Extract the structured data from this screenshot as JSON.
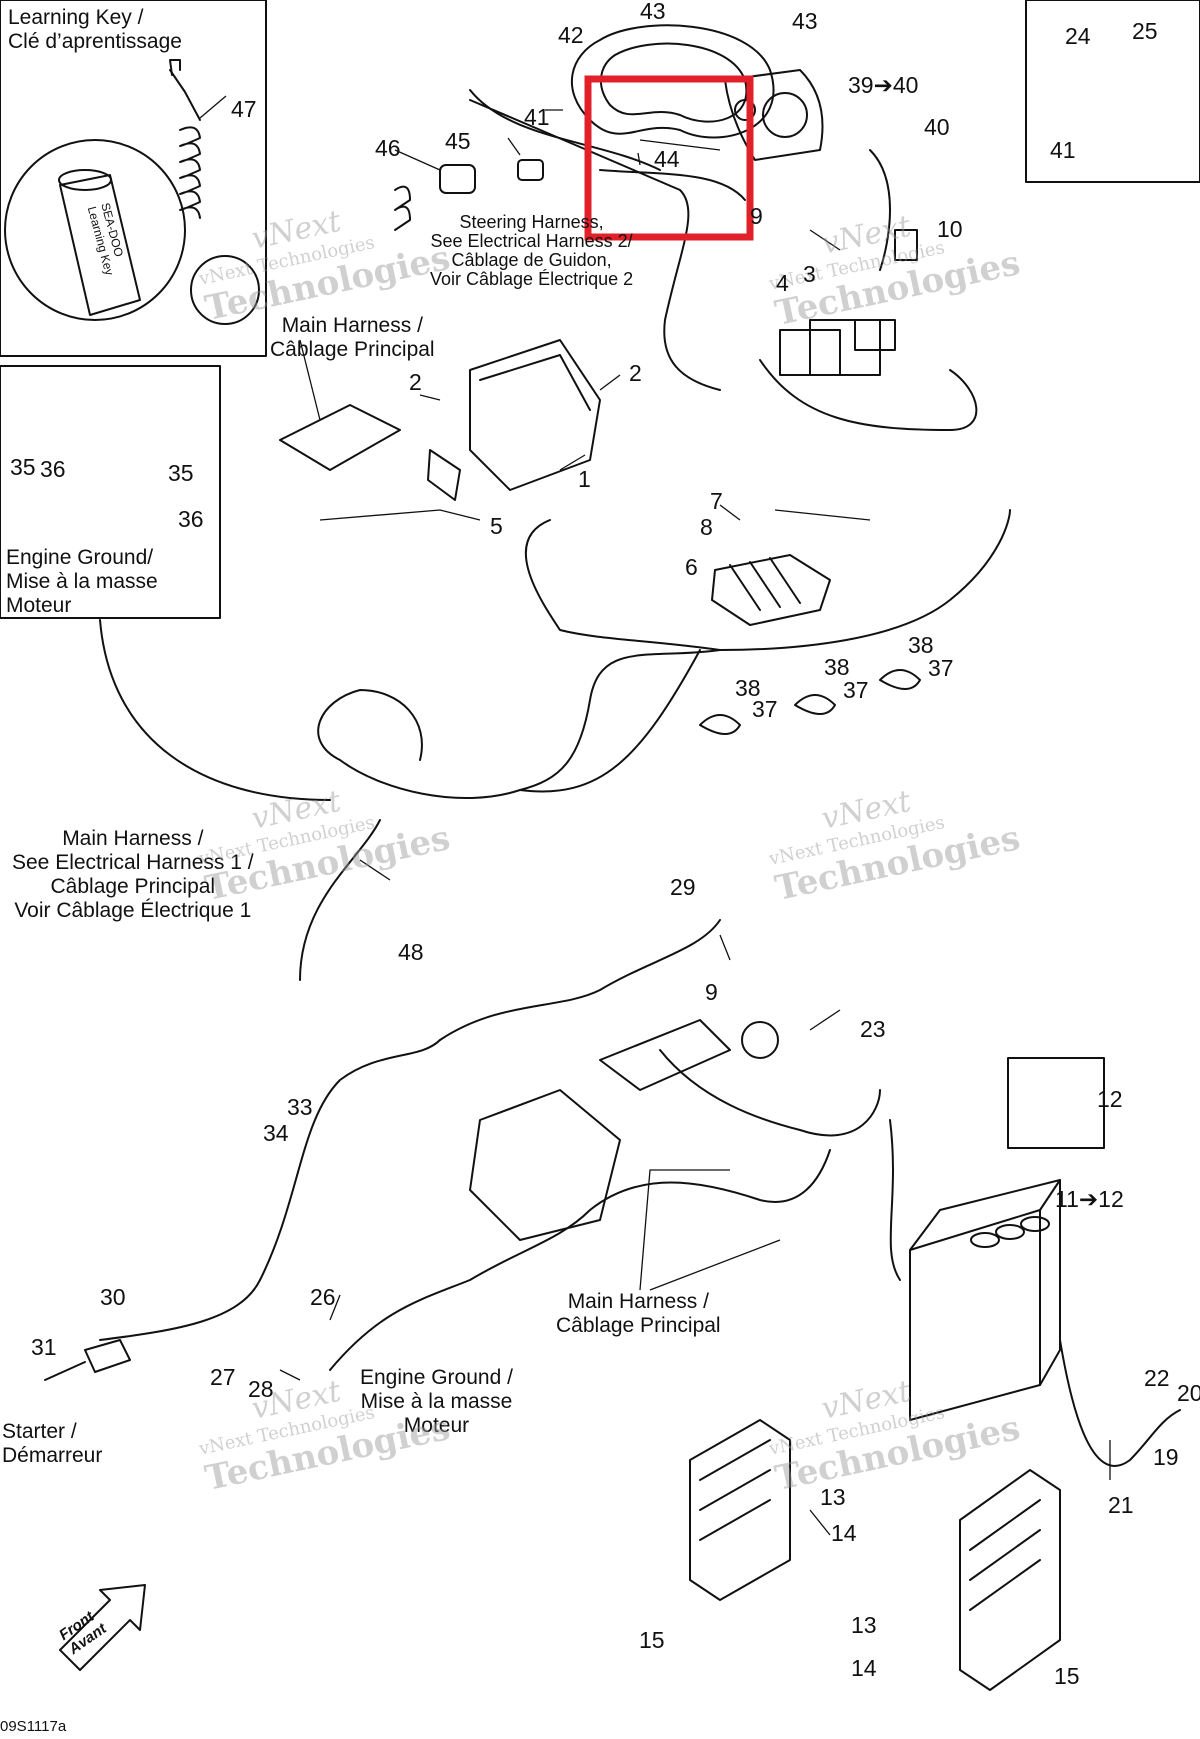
{
  "callout_box": {
    "color": "#e2202a"
  },
  "figure_code": "09S1117a",
  "watermark": {
    "line1": "vNext",
    "line2": "vNext Technologies",
    "line3": "Technologies"
  },
  "blocks": {
    "learning_key": "Learning Key /\nClé d’aprentissage",
    "key_fob": "SEA-DOO\nLearning Key",
    "engine_ground_top": "Engine Ground/\nMise à la masse\nMoteur",
    "main_harness_top": "Main Harness /\nCâblage Principal",
    "steering_harness": "Steering Harness,\nSee Electrical Harness 2/\nCâblage de Guidon,\nVoir Câblage Électrique 2",
    "main_harness_mid": "Main Harness /\nSee Electrical Harness 1 /\nCâblage Principal\nVoir Câblage Électrique 1",
    "main_harness_bottom": "Main Harness /\nCâblage Principal",
    "engine_ground_bottom": "Engine Ground /\nMise à la masse\nMoteur",
    "starter": "Starter /\nDémarreur",
    "front": "Front\nAvant"
  },
  "part_numbers": {
    "n43a": "43",
    "n43b": "43",
    "n42": "42",
    "n39": "39➔40",
    "n40": "40",
    "n24": "24",
    "n25": "25",
    "n41_box": "41",
    "n47": "47",
    "n46": "46",
    "n45": "45",
    "n41": "41",
    "n44": "44",
    "n9_top": "9",
    "n10": "10",
    "n3": "3",
    "n4": "4",
    "n2a": "2",
    "n2b": "2",
    "n1": "1",
    "n5": "5",
    "n35a": "35",
    "n36a": "36",
    "n35b": "35",
    "n36b": "36",
    "n7": "7",
    "n8": "8",
    "n6": "6",
    "n38a": "38",
    "n37a": "37",
    "n38b": "38",
    "n37b": "37",
    "n38c": "38",
    "n37c": "37",
    "n48": "48",
    "n29": "29",
    "n9_bottom": "9",
    "n23": "23",
    "n12a": "12",
    "n33": "33",
    "n34": "34",
    "n11": "11➔12",
    "n30": "30",
    "n31": "31",
    "n26": "26",
    "n27": "27",
    "n28": "28",
    "n22": "22",
    "n20": "20",
    "n19": "19",
    "n21": "21",
    "n13a": "13",
    "n14a": "14",
    "n13b": "13",
    "n14b": "14",
    "n15a": "15",
    "n15b": "15"
  }
}
